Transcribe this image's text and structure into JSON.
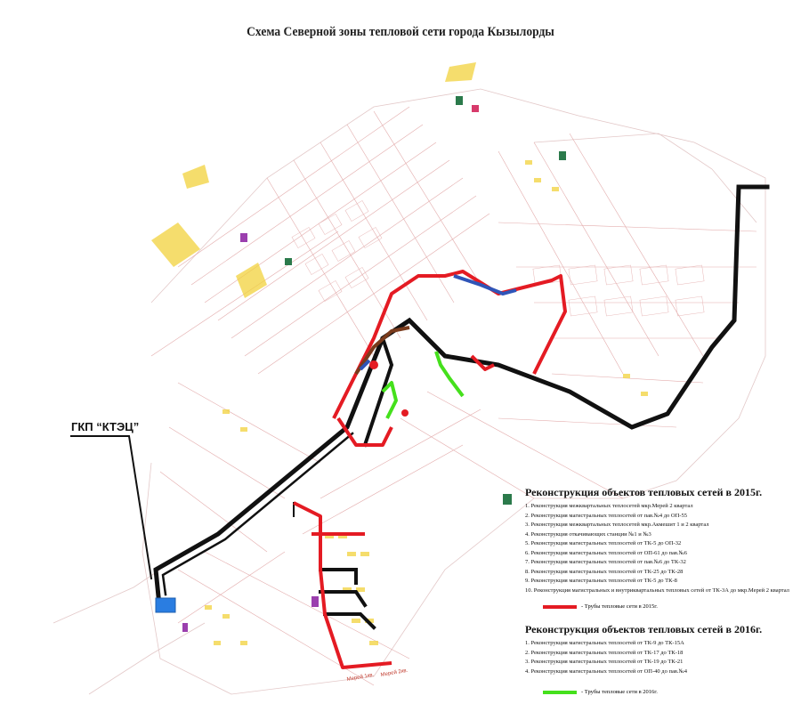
{
  "title": "Схема Северной зоны тепловой сети города Кызылорды",
  "source": {
    "label": "ГКП “КТЭЦ”"
  },
  "legend_2015": {
    "heading": "Реконструкция объектов тепловых сетей в 2015г.",
    "items": [
      "1. Реконструкция межквартальных теплосетей мкр.Мерей 2 квартал",
      "2. Реконструкция магистральных теплосетей от пав.№4 до ОП-55",
      "3. Реконструкция межквартальных теплосетей мкр.Акмешит 1 и 2 квартал",
      "4. Реконструкция откачивающих станции №1 и №3",
      "5. Реконструкция магистральных теплосетей от ТК-5 до ОП-32",
      "6. Реконструкция магистральных теплосетей от ОП-61 до пав.№6",
      "7. Реконструкция магистральных теплосетей от пав.№6 до ТК-32",
      "8. Реконструкция магистральных теплосетей от ТК-25 до ТК-28",
      "9. Реконструкция магистральных теплосетей от ТК-5 до ТК-8",
      "10. Реконструкция магистральных и внутриквартальных тепловых сетей от ТК-3А до мкр.Мерей 2 квартал"
    ],
    "key_label": "- Трубы тепловые сети в 2015г.",
    "key_color": "#e41b23"
  },
  "legend_2016": {
    "heading": "Реконструкция объектов тепловых сетей в 2016г.",
    "items": [
      "1. Реконструкция магистральных теплосетей от ТК-9 до ТК-15А",
      "2. Реконструкция магистральных теплосетей от ТК-17 до ТК-18",
      "3. Реконструкция магистральных теплосетей от ТК-19 до ТК-21",
      "4. Реконструкция магистральных теплосетей от ОП-40 до пав.№4"
    ],
    "key_label": "- Трубы тепловые сети в 2016г.",
    "key_color": "#45e01c"
  },
  "street_labels": [
    "Мерей 1кв.",
    "Мерей 2кв."
  ],
  "colors": {
    "main_pipe": "#111111",
    "reconstruction_2015": "#e41b23",
    "reconstruction_2016": "#45e01c",
    "blue_segment": "#2f55b8",
    "brown_segment": "#7a3b1c",
    "street_lines": "#d98a8a",
    "building_fill": "#f2d23c",
    "source_fill": "#2a7de1"
  }
}
